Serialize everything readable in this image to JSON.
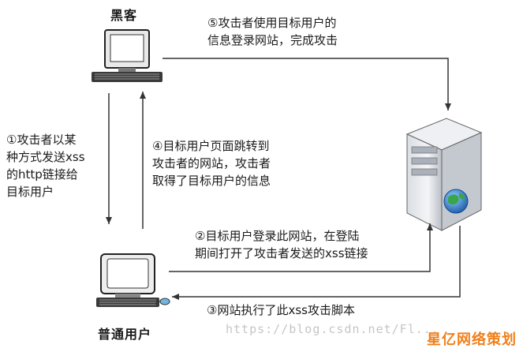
{
  "nodes": {
    "hacker": "黑客",
    "user": "普通用户"
  },
  "steps": {
    "step1": "①攻击者以某\n种方式发送xss\n的http链接给\n目标用户",
    "step2": "②目标用户登录此网站，在登陆\n期间打开了攻击者发送的xss链接",
    "step3": "③网站执行了此xss攻击脚本",
    "step4": "④目标用户页面跳转到\n攻击者的网站，攻击者\n取得了目标用户的信息",
    "step5": "⑤攻击者使用目标用户的\n信息登录网站，完成攻击"
  },
  "watermark": "https://blog.csdn.net/Fl...",
  "brand": "星亿网络策划",
  "colors": {
    "line": "#333333",
    "brand": "#f07f1a"
  }
}
